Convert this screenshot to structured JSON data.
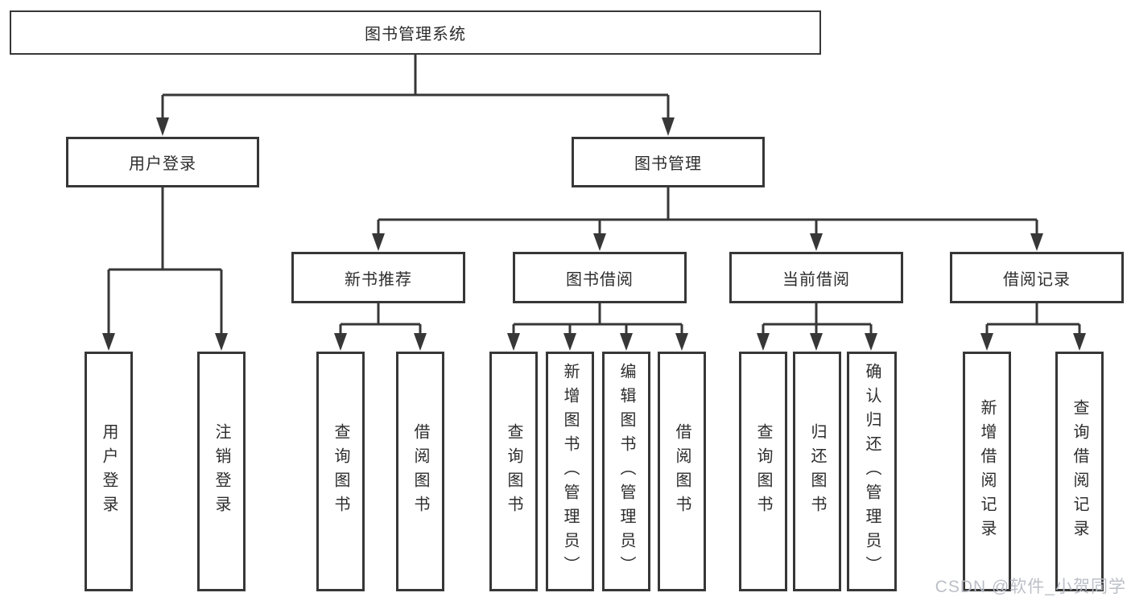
{
  "diagram": {
    "root": "图书管理系统",
    "level2": {
      "user": "用户登录",
      "books": "图书管理"
    },
    "level3": {
      "new_books": "新书推荐",
      "borrow": "图书借阅",
      "current": "当前借阅",
      "records": "借阅记录"
    },
    "leaves": {
      "user": [
        "用户登录",
        "注销登录"
      ],
      "new_books": [
        "查询图书",
        "借阅图书"
      ],
      "borrow": [
        "查询图书",
        "新增图书（管理员）",
        "编辑图书（管理员）",
        "借阅图书"
      ],
      "current": [
        "查询图书",
        "归还图书",
        "确认归还（管理员）"
      ],
      "records": [
        "新增借阅记录",
        "查询借阅记录"
      ]
    }
  },
  "watermark": "CSDN @软件_小贺同学",
  "colors": {
    "line": "#373737",
    "text": "#2d2d2d",
    "box_fill": "#ffffff",
    "watermark": "#b7bcc4",
    "background": "#ffffff"
  }
}
